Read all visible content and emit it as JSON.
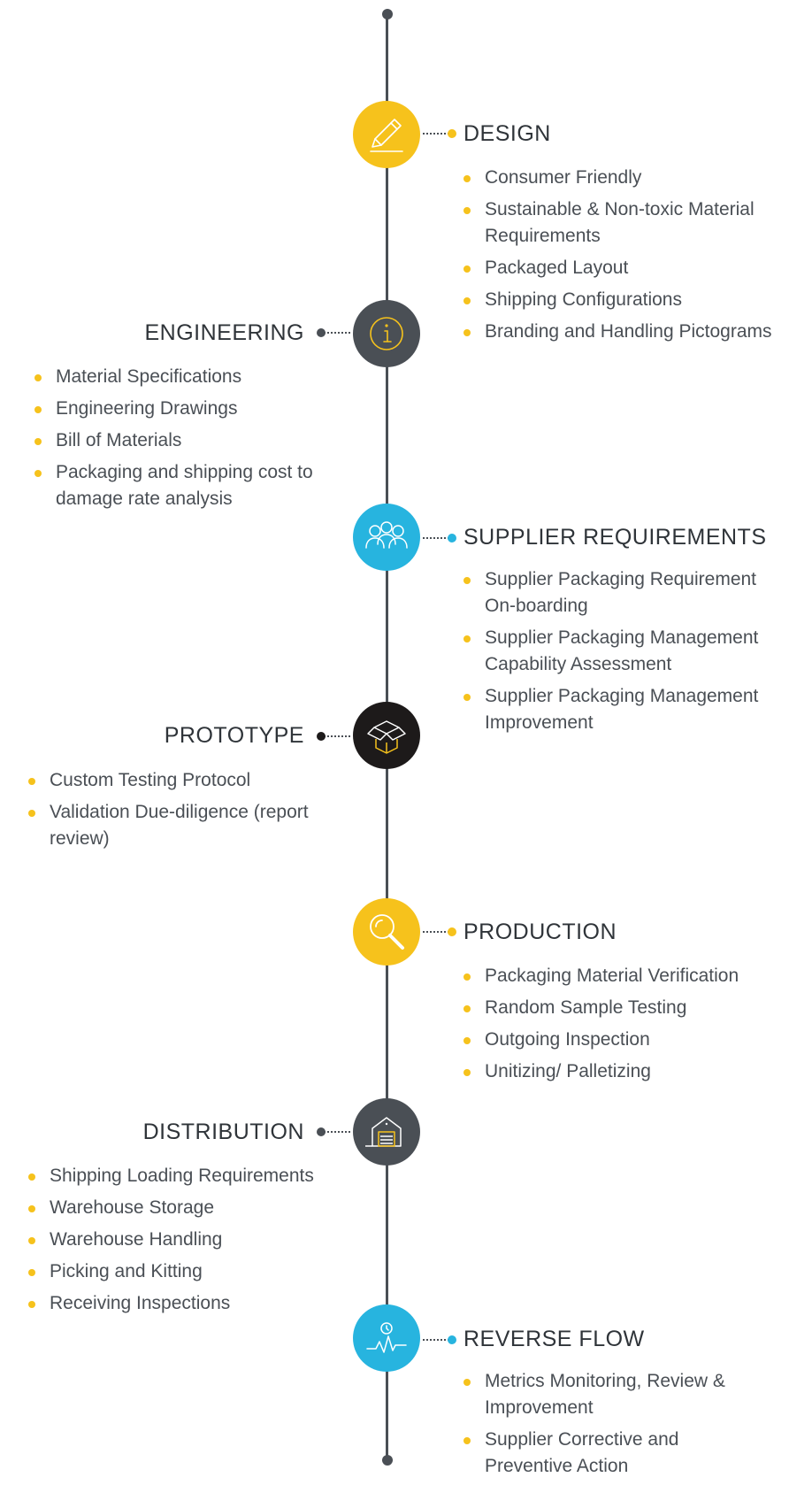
{
  "colors": {
    "yellow": "#f6c21c",
    "dark": "#4a4f55",
    "black": "#1d1a1a",
    "blue": "#27b4df",
    "bullet": "#f6c21c"
  },
  "stages": [
    {
      "title": "DESIGN",
      "icon": "pencil-icon",
      "side": "right",
      "items": [
        "Consumer Friendly",
        "Sustainable & Non-toxic Material Requirements",
        "Packaged Layout",
        "Shipping Configurations",
        "Branding and Handling Pictograms"
      ]
    },
    {
      "title": "ENGINEERING",
      "icon": "info-icon",
      "side": "left",
      "items": [
        "Material Specifications",
        "Engineering Drawings",
        "Bill of Materials",
        "Packaging and shipping cost to damage rate analysis"
      ]
    },
    {
      "title": "SUPPLIER REQUIREMENTS",
      "icon": "people-group-icon",
      "side": "right",
      "items": [
        "Supplier Packaging Requirement On-boarding",
        "Supplier Packaging Management Capability Assessment",
        "Supplier Packaging Management Improvement"
      ]
    },
    {
      "title": "PROTOTYPE",
      "icon": "box-icon",
      "side": "left",
      "items": [
        "Custom Testing Protocol",
        "Validation Due-diligence (report review)"
      ]
    },
    {
      "title": "PRODUCTION",
      "icon": "magnifier-icon",
      "side": "right",
      "items": [
        "Packaging Material Verification",
        "Random Sample Testing",
        "Outgoing Inspection",
        "Unitizing/ Palletizing"
      ]
    },
    {
      "title": "DISTRIBUTION",
      "icon": "warehouse-icon",
      "side": "left",
      "items": [
        "Shipping Loading Requirements",
        "Warehouse Storage",
        "Warehouse Handling",
        "Picking and Kitting",
        "Receiving Inspections"
      ]
    },
    {
      "title": "REVERSE FLOW",
      "icon": "pulse-monitor-icon",
      "side": "right",
      "items": [
        "Metrics Monitoring, Review & Improvement",
        "Supplier Corrective and Preventive Action"
      ]
    }
  ]
}
